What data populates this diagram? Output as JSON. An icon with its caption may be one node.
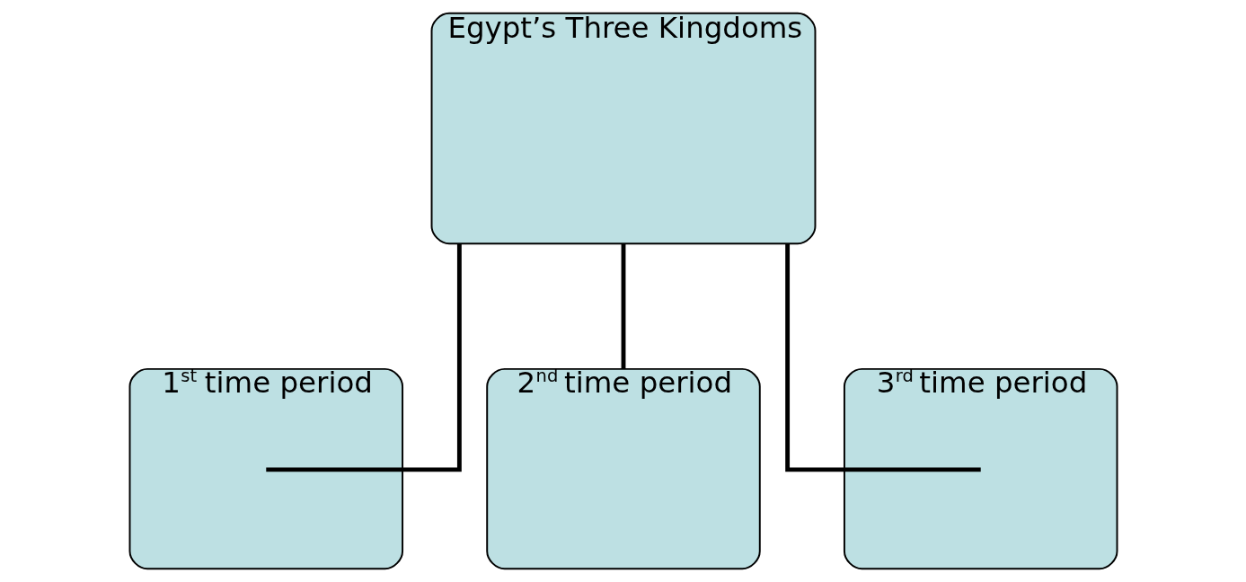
{
  "diagram": {
    "nodes": [
      {
        "text": [
          "Egypt’s Three Kingdoms"
        ]
      },
      {
        "text": [
          "1$^{st}$ time period"
        ]
      },
      {
        "text": [
          "2$^{nd}$ time period"
        ]
      },
      {
        "text": [
          "3$^{rd}$ time period"
        ]
      }
    ],
    "edges": [
      {
        "from": 0,
        "to": 1,
        "arrow": "none"
      },
      {
        "from": 0,
        "to": 2,
        "arrow": "none"
      },
      {
        "from": 0,
        "to": 3,
        "arrow": "none"
      }
    ]
  }
}
